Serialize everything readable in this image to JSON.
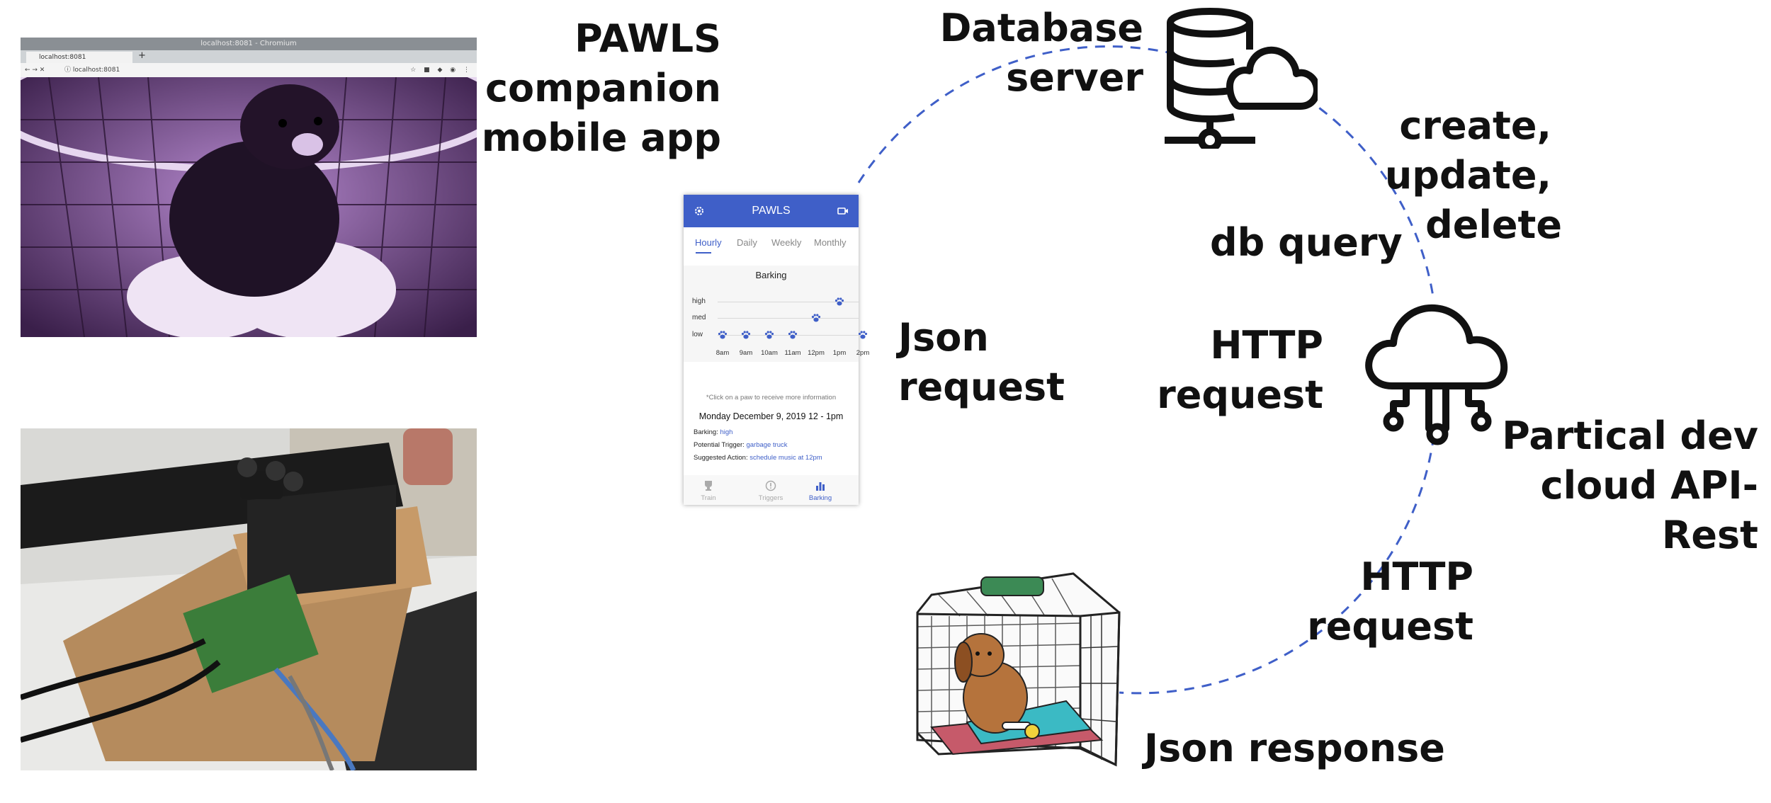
{
  "colors": {
    "accent": "#3f5fc8",
    "dashed_link": "#3f5fc8",
    "text": "#111111"
  },
  "labels": {
    "pawls_app": [
      "PAWLS",
      "companion",
      "mobile app"
    ],
    "database": [
      "Database",
      "server"
    ],
    "create_update": [
      "create,",
      "update,",
      "delete"
    ],
    "db_query": "db query",
    "json_request": [
      "Json",
      "request"
    ],
    "http_request_1": [
      "HTTP",
      "request"
    ],
    "cloud_api": [
      "Partical dev",
      "cloud API-Rest"
    ],
    "http_request_2": [
      "HTTP",
      "request"
    ],
    "json_response": "Json response"
  },
  "browser": {
    "title": "localhost:8081 - Chromium",
    "tab": "localhost:8081",
    "new_tab": "+",
    "nav": "← → ✕",
    "url": "ⓘ localhost:8081",
    "extensions": "☆ ■ ◆ ◉ ⋮",
    "image": "infrared-dog-camera-feed"
  },
  "hardware_photo": {
    "image": "raspberry-pi-camera-box"
  },
  "phone": {
    "title": "PAWLS",
    "settings_icon": "gear-icon",
    "camera_icon": "video-camera-icon",
    "tabs": [
      "Hourly",
      "Daily",
      "Weekly",
      "Monthly"
    ],
    "active_tab": "Hourly",
    "chart_data": {
      "type": "scatter",
      "title": "Barking",
      "categories": [
        "8am",
        "9am",
        "10am",
        "11am",
        "12pm",
        "1pm",
        "2pm"
      ],
      "levels": [
        "low",
        "med",
        "high"
      ],
      "points": [
        {
          "x": "8am",
          "y": "low"
        },
        {
          "x": "9am",
          "y": "low"
        },
        {
          "x": "10am",
          "y": "low"
        },
        {
          "x": "11am",
          "y": "low"
        },
        {
          "x": "12pm",
          "y": "med"
        },
        {
          "x": "1pm",
          "y": "high"
        },
        {
          "x": "2pm",
          "y": "low"
        }
      ],
      "marker": "paw-icon"
    },
    "note": "*Click on a paw to receive more information",
    "date": "Monday December 9, 2019 12 - 1pm",
    "details": [
      {
        "label": "Barking:",
        "value": "high"
      },
      {
        "label": "Potential Trigger:",
        "value": "garbage truck"
      },
      {
        "label": "Suggested Action:",
        "value": "schedule music at 12pm"
      }
    ],
    "bottom_nav": [
      {
        "label": "Train",
        "icon": "trophy-icon"
      },
      {
        "label": "Triggers",
        "icon": "alert-icon"
      },
      {
        "label": "Barking",
        "icon": "bar-chart-icon"
      }
    ],
    "active_nav": "Barking"
  },
  "icons": {
    "database": "database-cloud-icon",
    "cloud": "cloud-api-icon",
    "crate": "dog-crate-icon"
  }
}
